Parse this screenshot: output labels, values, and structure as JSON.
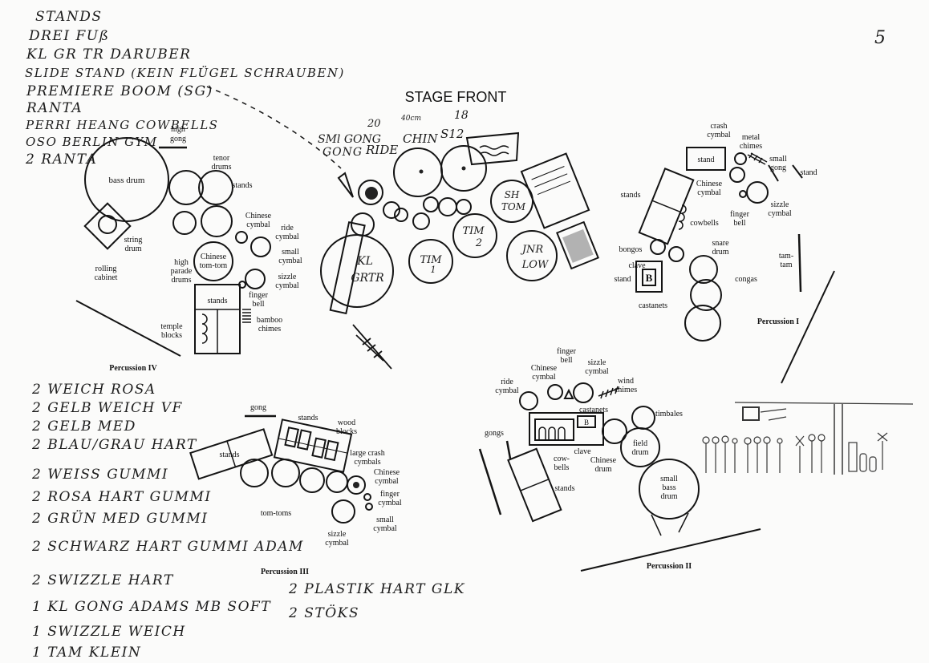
{
  "page_number": "5",
  "stage_front_label": "STAGE FRONT",
  "handwritten_notes_top": [
    "STANDS",
    "DREI FUß",
    "KL GR TR DARUBER",
    "SLIDE STAND (KEIN FLÜGEL SCHRAUBEN)",
    "PREMIERE BOOM (SG)",
    "RANTA",
    "PERRI HEANG COWBELLS",
    "OSO BERLIN GYM",
    "2 RANTA"
  ],
  "handwritten_notes_bottom_left": [
    "2 WEICH ROSA",
    "2 GELB WEICH VF",
    "2 GELB MED",
    "2 BLAU/GRAU HART",
    "2 WEISS GUMMI",
    "2 ROSA HART GUMMI",
    "2 GRÜN MED GUMMI",
    "2 SCHWARZ HART GUMMI ADAM",
    "2 SWIZZLE HART",
    "1 KL GONG ADAMS MB SOFT",
    "1 SWIZZLE WEICH",
    "1 TAM KLEIN"
  ],
  "handwritten_notes_bottom_middle": [
    "2 PLASTIK HART GLK",
    "2 STÖKS"
  ],
  "stage_setup_labels": {
    "small_gong": "SMl GONG",
    "ride_number": "20",
    "ride": "RIDE",
    "chin_size": "40cm",
    "chin": "CHIN",
    "s12": "S12",
    "s12_number": "18",
    "kl_grtr_1": "KL",
    "kl_grtr_2": "GRTR",
    "tim1_a": "TIM",
    "tim1_b": "1",
    "tim2_a": "TIM",
    "tim2_b": "2",
    "sh_tom_a": "SH",
    "sh_tom_b": "TOM",
    "jnr_low_a": "JNR",
    "jnr_low_b": "LOW"
  },
  "percussion_iv": {
    "title": "Percussion IV",
    "labels": {
      "high_gong_1": "high",
      "high_gong_2": "gong",
      "bass_drum": "bass drum",
      "tenor_drums_1": "tenor",
      "tenor_drums_2": "drums",
      "stands": "stands",
      "chinese_cymbal_1": "Chinese",
      "chinese_cymbal_2": "cymbal",
      "ride_cymbal_1": "ride",
      "ride_cymbal_2": "cymbal",
      "small_cymbal_1": "small",
      "small_cymbal_2": "cymbal",
      "sizzle_cymbal_1": "sizzle",
      "sizzle_cymbal_2": "cymbal",
      "finger_bell_1": "finger",
      "finger_bell_2": "bell",
      "string_drum_1": "string",
      "string_drum_2": "drum",
      "rolling_cabinet_1": "rolling",
      "rolling_cabinet_2": "cabinet",
      "high_parade_drums_1": "high",
      "high_parade_drums_2": "parade",
      "high_parade_drums_3": "drums",
      "chinese_tom_tom_1": "Chinese",
      "chinese_tom_tom_2": "tom-tom",
      "stands_2": "stands",
      "temple_blocks_1": "temple",
      "temple_blocks_2": "blocks",
      "bamboo_chimes_1": "bamboo",
      "bamboo_chimes_2": "chimes"
    }
  },
  "percussion_i": {
    "title": "Percussion I",
    "labels": {
      "crash_cymbal_1": "crash",
      "crash_cymbal_2": "cymbal",
      "metal_chimes_1": "metal",
      "metal_chimes_2": "chimes",
      "stand": "stand",
      "small_gong_1": "small",
      "small_gong_2": "gong",
      "stand_right": "stand",
      "stands": "stands",
      "chinese_cymbal_1": "Chinese",
      "chinese_cymbal_2": "cymbal",
      "sizzle_cymbal_1": "sizzle",
      "sizzle_cymbal_2": "cymbal",
      "finger_bell_1": "finger",
      "finger_bell_2": "bell",
      "cowbells": "cowbells",
      "bongos": "bongos",
      "snare_drum_1": "snare",
      "snare_drum_2": "drum",
      "clave": "clave",
      "tam_tam_1": "tam-",
      "tam_tam_2": "tam",
      "stand_2": "stand",
      "congas": "congas",
      "castanets": "castanets"
    }
  },
  "percussion_ii": {
    "title": "Percussion II",
    "labels": {
      "finger_bell_1": "finger",
      "finger_bell_2": "bell",
      "ride_cymbal_1": "ride",
      "ride_cymbal_2": "cymbal",
      "chinese_cymbal_1": "Chinese",
      "chinese_cymbal_2": "cymbal",
      "sizzle_cymbal_1": "sizzle",
      "sizzle_cymbal_2": "cymbal",
      "wind_chimes_1": "wind",
      "wind_chimes_2": "chimes",
      "castanets": "castanets",
      "timbales": "timbales",
      "gongs": "gongs",
      "cowbells_1": "cow-",
      "cowbells_2": "bells",
      "clave": "clave",
      "chinese_drum_1": "Chinese",
      "chinese_drum_2": "drum",
      "field_drum_1": "field",
      "field_drum_2": "drum",
      "stands": "stands",
      "small_bass_drum_1": "small",
      "small_bass_drum_2": "bass",
      "small_bass_drum_3": "drum"
    }
  },
  "percussion_iii": {
    "title": "Percussion III",
    "labels": {
      "gong": "gong",
      "stands_top": "stands",
      "wood_blocks_1": "wood",
      "wood_blocks_2": "blocks",
      "stands_left": "stands",
      "large_crash_cymbals_1": "large crash",
      "large_crash_cymbals_2": "cymbals",
      "chinese_cymbal_1": "Chinese",
      "chinese_cymbal_2": "cymbal",
      "finger_cymbal_1": "finger",
      "finger_cymbal_2": "cymbal",
      "tom_toms": "tom-toms",
      "small_cymbal_1": "small",
      "small_cymbal_2": "cymbal",
      "sizzle_cymbal_1": "sizzle",
      "sizzle_cymbal_2": "cymbal"
    }
  }
}
